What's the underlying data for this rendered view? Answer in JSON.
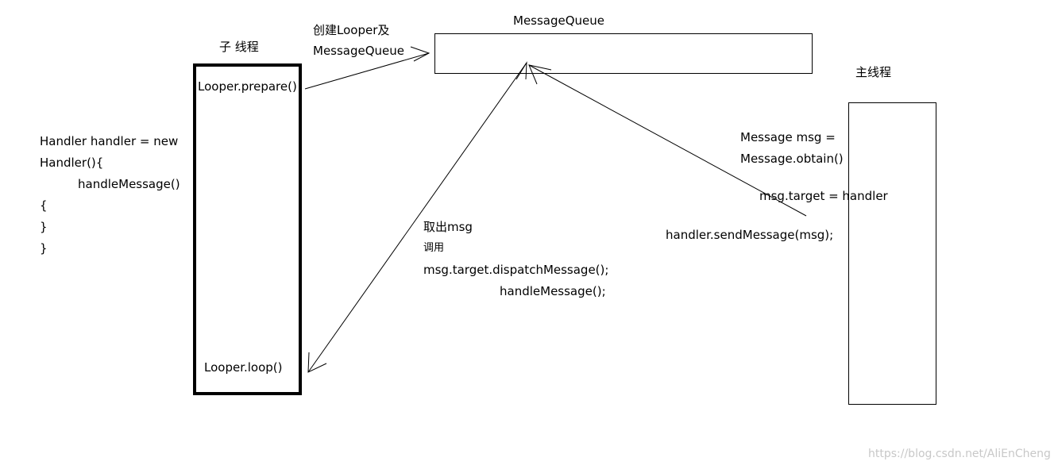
{
  "queue": {
    "title": "MessageQueue"
  },
  "create_label": {
    "line1": "创建Looper及",
    "line2": "MessageQueue"
  },
  "child_thread": {
    "title": "子 线程",
    "prepare": "Looper.prepare()",
    "loop": "Looper.loop()"
  },
  "main_thread": {
    "title": "主线程"
  },
  "handler_code": {
    "lines": [
      "Handler handler = new",
      "Handler(){",
      "handleMessage()",
      "{",
      "}",
      "}"
    ]
  },
  "message_code": {
    "lines": [
      "Message msg =",
      "Message.obtain()",
      "msg.target = handler",
      "handler.sendMessage(msg);"
    ]
  },
  "dispatch_text": {
    "lines": [
      "取出msg",
      "调用",
      "msg.target.dispatchMessage();",
      "handleMessage();"
    ]
  },
  "watermark": "https://blog.csdn.net/AliEnCheng"
}
